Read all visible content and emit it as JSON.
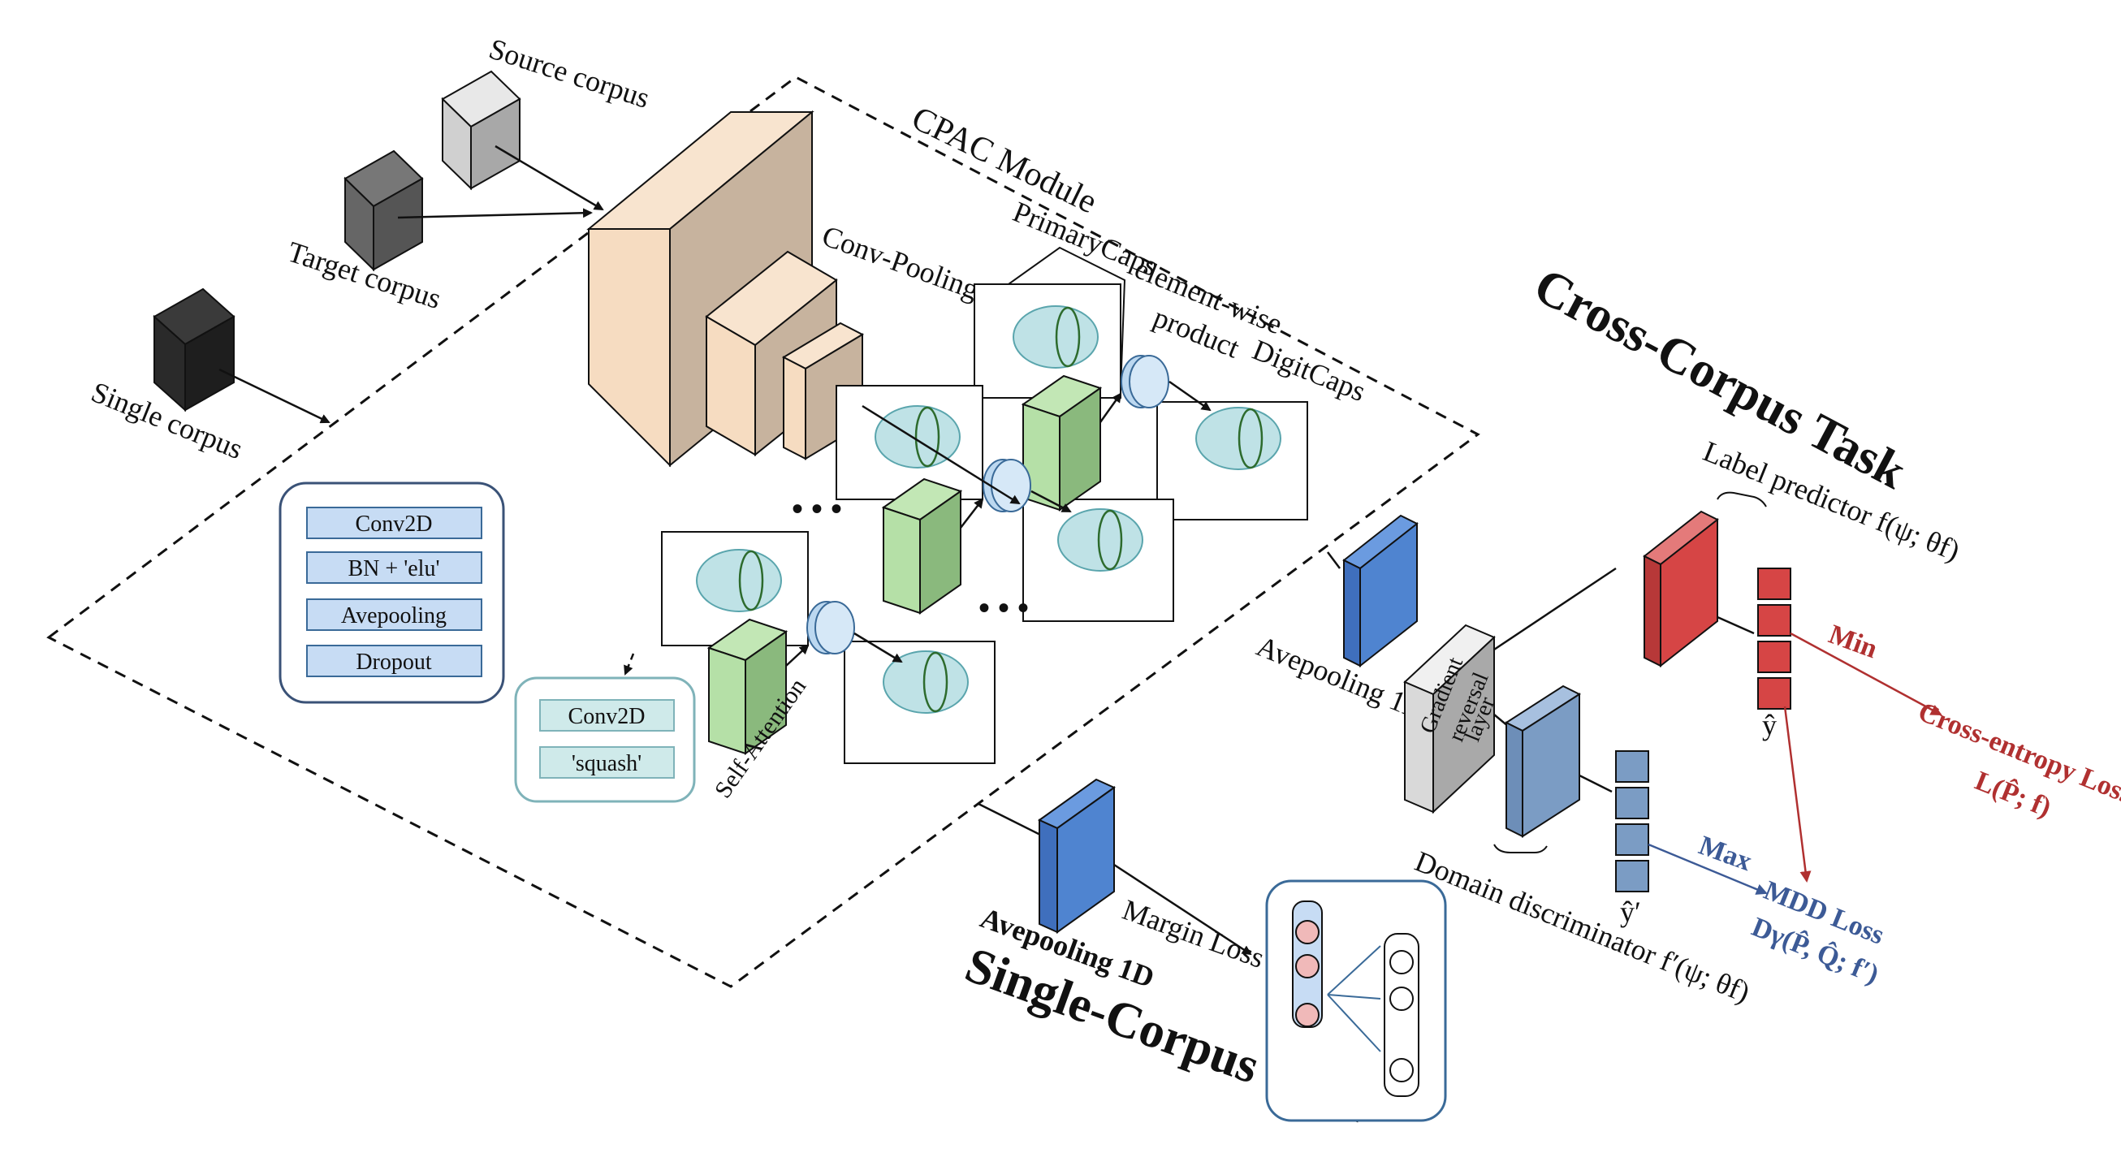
{
  "inputs": {
    "source": "Source corpus",
    "target": "Target corpus",
    "single": "Single corpus"
  },
  "cpac": {
    "title": "CPAC Module",
    "conv_pooling": "Conv-Pooling",
    "primary_caps": "PrimaryCaps",
    "elementwise_line1": "element-wise",
    "elementwise_line2": "product",
    "digit_caps": "DigitCaps",
    "self_attention": "Self-Attention",
    "ellipsis": "• • •",
    "conv_block": [
      "Conv2D",
      "BN + 'elu'",
      "Avepooling",
      "Dropout"
    ],
    "caps_block": [
      "Conv2D",
      "'squash'"
    ]
  },
  "cross": {
    "title": "Cross-Corpus Task",
    "avepool": "Avepooling 1D",
    "grl_line1": "Gradient",
    "grl_line2": "reversal",
    "grl_line3": "layer",
    "label_predictor": "Label predictor f(ψ; θf)",
    "domain_discriminator": "Domain discriminator f′(ψ; θf)",
    "y_hat": "ŷ",
    "y_hat_prime": "ŷ′",
    "min": "Min",
    "max": "Max",
    "ce_line1": "Cross-entropy Loss",
    "ce_line2": "L(P̂; f)",
    "mdd_line1": "MDD Loss",
    "mdd_line2": "Dγ(P̂, Q̂; f′)"
  },
  "single": {
    "title": "Single-Corpus Task",
    "avepool": "Avepooling 1D",
    "margin_loss": "Margin Loss"
  },
  "colors": {
    "blue": "#4f84d0",
    "red": "#d64545",
    "green": "#9cd38e",
    "peach": "#f6dcc1",
    "capsule": "#bfe2e6",
    "accent_red": "#b03030",
    "accent_blue": "#3c5a96"
  }
}
